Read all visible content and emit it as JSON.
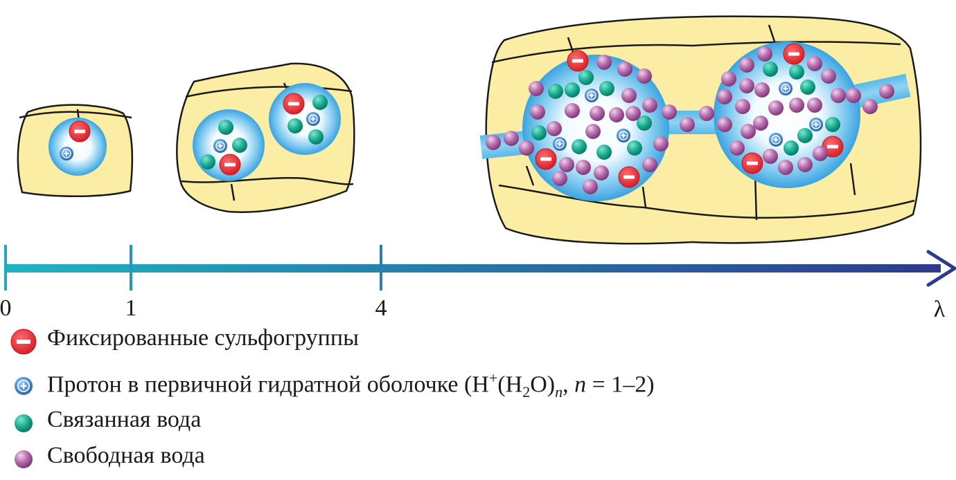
{
  "axis": {
    "ticks": [
      "0",
      "1",
      "4"
    ],
    "variable": "λ"
  },
  "legend": {
    "sulfo": "Фиксированные сульфогруппы",
    "proton_prefix": "Протон в первичной гидратной оболочке (H",
    "proton_sup": "+",
    "proton_mid": "(H",
    "proton_sub2": "2",
    "proton_close": "O)",
    "proton_subn": "n",
    "proton_comma": ", ",
    "proton_n": "n",
    "proton_eq": " = 1–2)",
    "bound_water": "Связанная вода",
    "free_water": "Свободная вода"
  },
  "colors": {
    "grain_fill": "#fbeda3",
    "grain_stroke": "#1a1a1a",
    "sulfo_red": "#e8343a",
    "proton_blue": "#2f78c4",
    "bound_teal": "#15a890",
    "free_purple": "#a35c9a",
    "axis_start": "#1fb3c4",
    "axis_end": "#2e3a8c"
  },
  "icons": {
    "sulfo": "minus-circle-icon",
    "proton": "plus-circle-icon",
    "bound": "teal-dot-icon",
    "free": "purple-dot-icon"
  }
}
